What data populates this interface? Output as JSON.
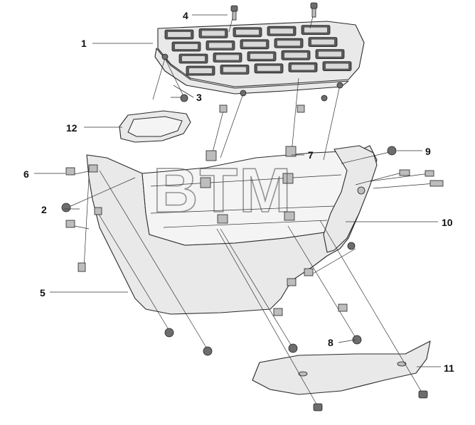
{
  "watermark": "BTM",
  "callouts": {
    "c1": "1",
    "c2": "2",
    "c3": "3",
    "c4": "4",
    "c5": "5",
    "c6": "6",
    "c7": "7",
    "c8": "8",
    "c9": "9",
    "c10": "10",
    "c11": "11",
    "c12": "12"
  }
}
